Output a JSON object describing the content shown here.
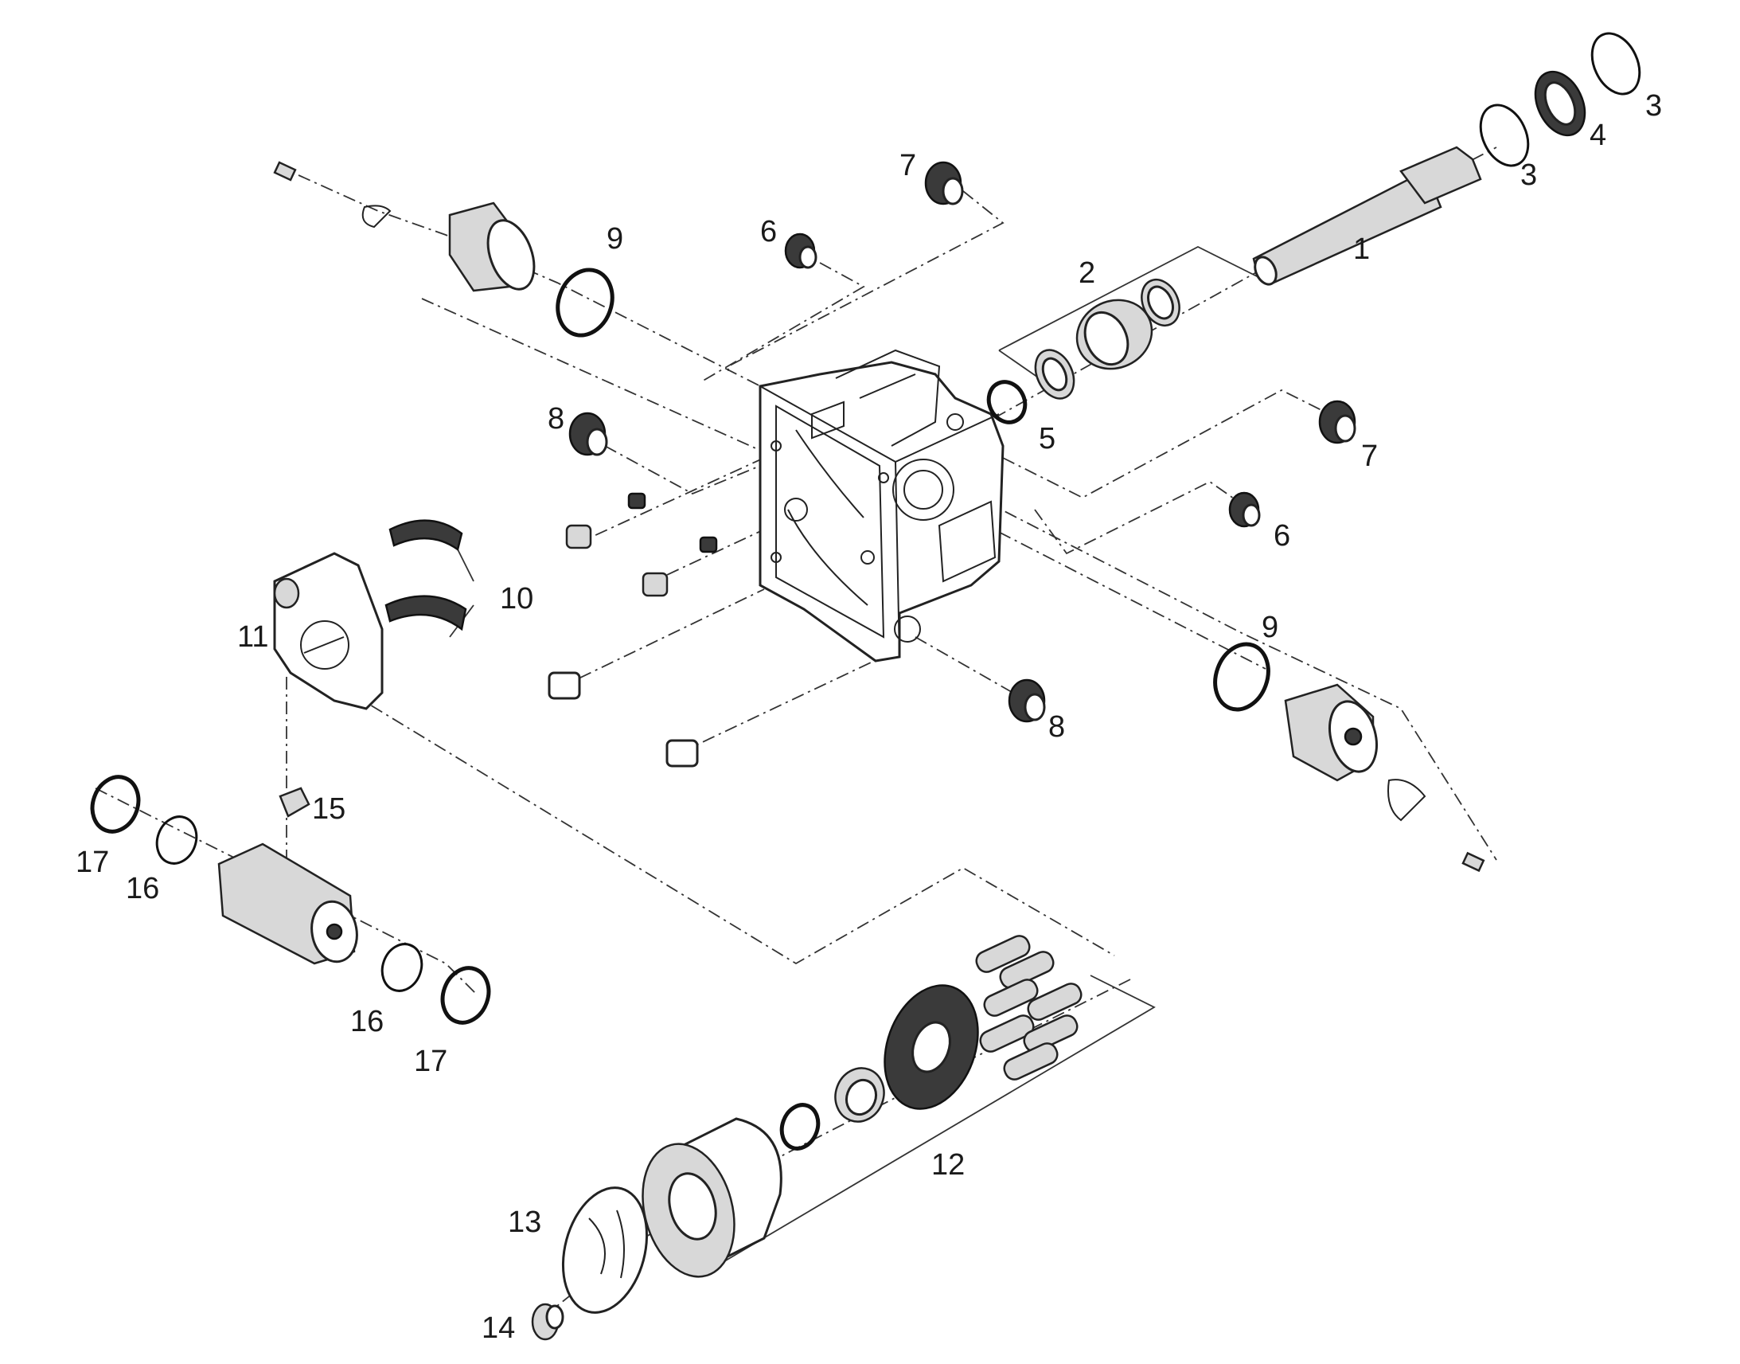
{
  "diagram": {
    "callouts": {
      "c1": "1",
      "c2": "2",
      "c3a": "3",
      "c3b": "3",
      "c4": "4",
      "c5": "5",
      "c6a": "6",
      "c6b": "6",
      "c7a": "7",
      "c7b": "7",
      "c8a": "8",
      "c8b": "8",
      "c9a": "9",
      "c9b": "9",
      "c10": "10",
      "c11": "11",
      "c12": "12",
      "c13": "13",
      "c14": "14",
      "c15": "15",
      "c16a": "16",
      "c16b": "16",
      "c17a": "17",
      "c17b": "17"
    }
  }
}
